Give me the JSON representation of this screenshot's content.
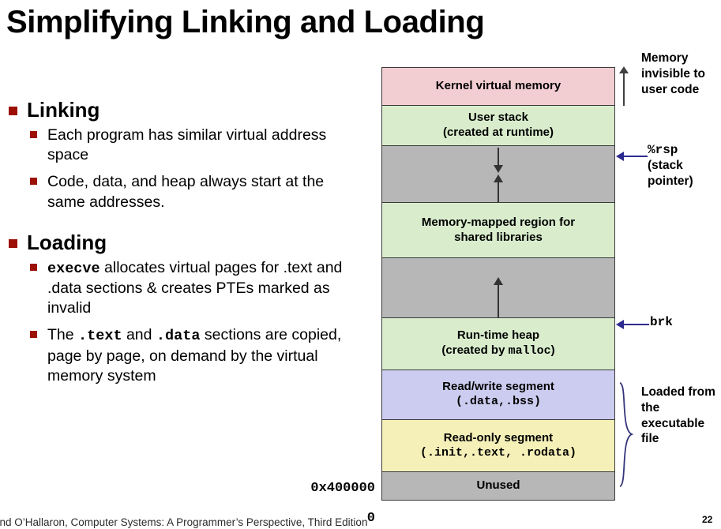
{
  "slide": {
    "title": "Simplifying Linking and Loading",
    "page_number": "22",
    "footer": "and O’Hallaron, Computer Systems: A Programmer’s Perspective, Third Edition",
    "accent_color": "#9c1006"
  },
  "bullets": [
    {
      "heading": "Linking",
      "items": [
        {
          "parts": [
            {
              "text": "Each program has similar virtual address space",
              "style": "normal"
            }
          ]
        },
        {
          "parts": [
            {
              "text": "Code, data, and heap always start at the same addresses.",
              "style": "normal"
            }
          ]
        }
      ]
    },
    {
      "heading": "Loading",
      "items": [
        {
          "parts": [
            {
              "text": "execve",
              "style": "mono"
            },
            {
              "text": "  allocates virtual pages for .text and .data sections & creates PTEs marked as invalid",
              "style": "normal"
            }
          ]
        },
        {
          "parts": [
            {
              "text": "The ",
              "style": "normal"
            },
            {
              "text": ".text",
              "style": "mono"
            },
            {
              "text": "  and ",
              "style": "normal"
            },
            {
              "text": ".data",
              "style": "mono"
            },
            {
              "text": "  sections are copied, page by page, on demand by the virtual memory system",
              "style": "normal"
            }
          ]
        }
      ]
    }
  ],
  "diagram": {
    "blocks": [
      {
        "name": "kernel-virtual-memory",
        "lines": [
          {
            "text": "Kernel virtual memory",
            "style": "normal"
          }
        ],
        "color": "#f2cdd2",
        "height": 48
      },
      {
        "name": "user-stack",
        "lines": [
          {
            "text": "User stack",
            "style": "normal"
          },
          {
            "text": "(created at runtime)",
            "style": "normal"
          }
        ],
        "color": "#d9edcd",
        "height": 51
      },
      {
        "name": "stack-growth-gap",
        "lines": [],
        "color": "#b7b7b7",
        "height": 72,
        "arrows": "down-up"
      },
      {
        "name": "memory-mapped-region",
        "lines": [
          {
            "text": "Memory-mapped region for",
            "style": "normal"
          },
          {
            "text": "shared libraries",
            "style": "normal"
          }
        ],
        "color": "#d9edcd",
        "height": 70
      },
      {
        "name": "heap-growth-gap",
        "lines": [],
        "color": "#b7b7b7",
        "height": 76,
        "arrows": "up"
      },
      {
        "name": "run-time-heap",
        "lines": [
          {
            "text": "Run-time heap",
            "style": "normal"
          },
          {
            "text": "(created by ",
            "style": "normal",
            "mono_tail": "malloc",
            "tail": ")"
          }
        ],
        "color": "#d9edcd",
        "height": 66
      },
      {
        "name": "read-write-segment",
        "lines": [
          {
            "text": "Read/write segment",
            "style": "normal"
          },
          {
            "text": "(.data,.bss)",
            "style": "mono"
          }
        ],
        "color": "#ccccf0",
        "height": 63
      },
      {
        "name": "read-only-segment",
        "lines": [
          {
            "text": "Read-only segment",
            "style": "normal"
          },
          {
            "text": "(.init,.text, .rodata)",
            "style": "mono"
          }
        ],
        "color": "#f5f0b8",
        "height": 66
      },
      {
        "name": "unused",
        "lines": [
          {
            "text": "Unused",
            "style": "normal"
          }
        ],
        "color": "#b7b7b7",
        "height": 37
      }
    ],
    "address_labels": [
      {
        "name": "address-0x400000",
        "text": "0x400000"
      },
      {
        "name": "address-0",
        "text": "0"
      }
    ]
  },
  "annotations": {
    "memory_invisible": "Memory invisible to user code",
    "rsp_symbol": "%rsp",
    "rsp_desc": "(stack pointer)",
    "brk_symbol": "brk",
    "loaded_from": "Loaded from the executable file",
    "pointer_color": "#2b2b8f"
  }
}
